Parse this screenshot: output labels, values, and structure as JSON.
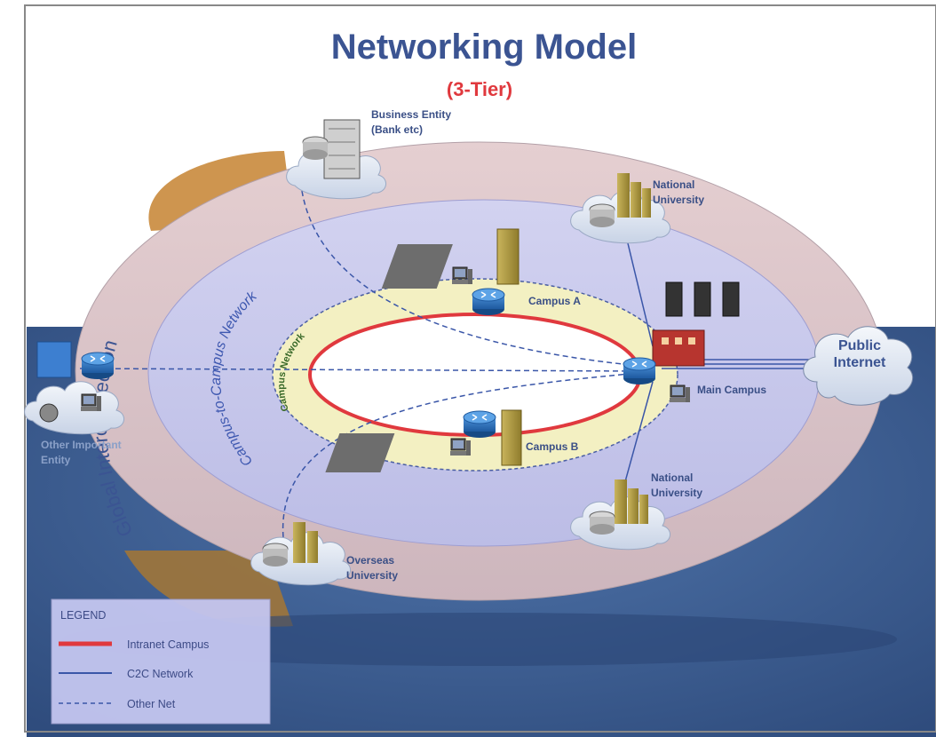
{
  "title": "Networking Model",
  "subtitle": "(3-Tier)",
  "rings": {
    "outer": "Global Interconnection",
    "middle": "Campus-to-Campus Network",
    "inner": "Campus Network"
  },
  "nodes": {
    "business_entity": [
      "Business Entity",
      "(Bank etc)"
    ],
    "national_university_top": [
      "National",
      "University"
    ],
    "national_university_bottom": [
      "National",
      "University"
    ],
    "campus_a": "Campus A",
    "campus_b": "Campus B",
    "main_campus": "Main Campus",
    "public_internet": [
      "Public",
      "Internet"
    ],
    "overseas_university": [
      "Overseas",
      "University"
    ],
    "other_entity": [
      "Other Important",
      "Entity"
    ]
  },
  "legend": {
    "title": "LEGEND",
    "items": [
      {
        "label": "Intranet Campus",
        "style": "solid-thick",
        "color": "#e0393e"
      },
      {
        "label": "C2C Network",
        "style": "solid-thin",
        "color": "#3a56a8"
      },
      {
        "label": "Other Net",
        "style": "dashed",
        "color": "#3a56a8"
      }
    ]
  },
  "colors": {
    "title": "#3b5492",
    "subtitle": "#e0393e",
    "outer_ring": "#d9c2c6",
    "middle_ring": "#c9c9ec",
    "inner_ring": "#f2efbf",
    "background_blue": "#3f5f92"
  }
}
